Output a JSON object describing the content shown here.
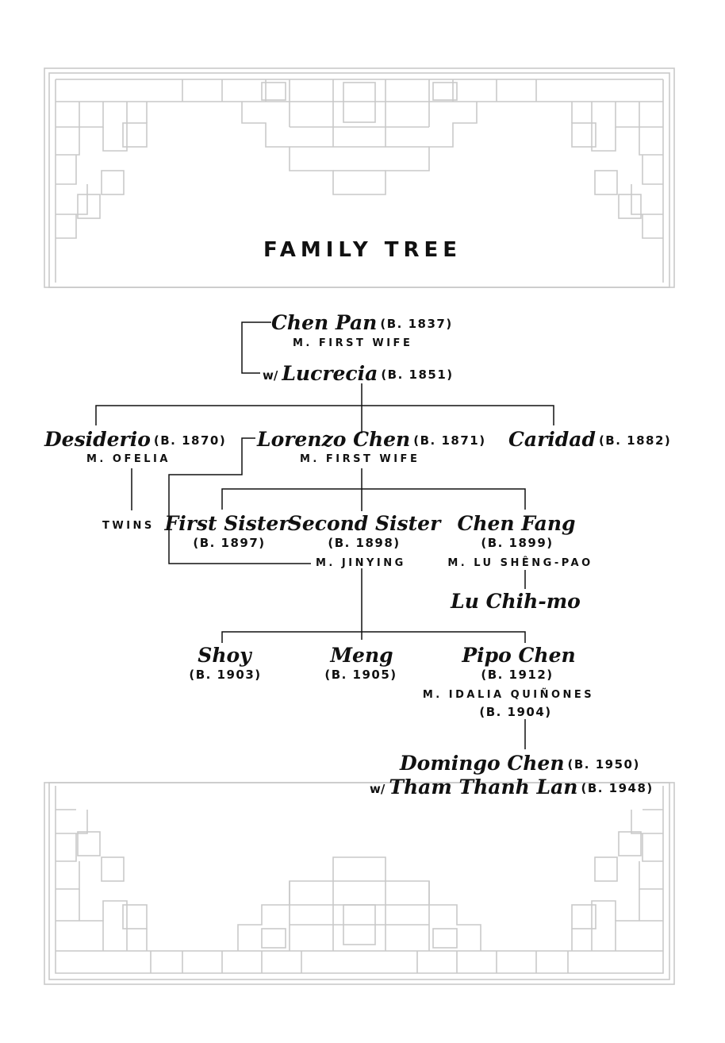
{
  "title": "FAMILY TREE",
  "people": {
    "chen_pan": {
      "name": "Chen Pan",
      "born": "(B. 1837)",
      "spouse_note": "M. FIRST WIFE"
    },
    "lucrecia": {
      "prefix": "w/",
      "name": "Lucrecia",
      "born": "(B. 1851)"
    },
    "desiderio": {
      "name": "Desiderio",
      "born": "(B. 1870)",
      "spouse_note": "M. OFELIA",
      "children_note": "TWINS"
    },
    "lorenzo": {
      "name": "Lorenzo Chen",
      "born": "(B. 1871)",
      "spouse_note": "M. FIRST WIFE",
      "second_spouse_note": "M. JINYING"
    },
    "caridad": {
      "name": "Caridad",
      "born": "(B. 1882)"
    },
    "first_sister": {
      "name": "First Sister",
      "born": "(B. 1897)"
    },
    "second_sister": {
      "name": "Second Sister",
      "born": "(B. 1898)"
    },
    "chen_fang": {
      "name": "Chen Fang",
      "born": "(B. 1899)",
      "spouse_note": "M. LU SHÊNG-PAO"
    },
    "lu_chih_mo": {
      "name": "Lu Chih-mo"
    },
    "shoy": {
      "name": "Shoy",
      "born": "(B. 1903)"
    },
    "meng": {
      "name": "Meng",
      "born": "(B. 1905)"
    },
    "pipo": {
      "name": "Pipo Chen",
      "born": "(B. 1912)",
      "spouse_note": "M. IDALIA QUIÑONES",
      "spouse_born": "(B. 1904)"
    },
    "domingo": {
      "name": "Domingo Chen",
      "born": "(B. 1950)"
    },
    "tham": {
      "prefix": "w/",
      "name": "Tham Thanh Lan",
      "born": "(B. 1948)"
    }
  }
}
